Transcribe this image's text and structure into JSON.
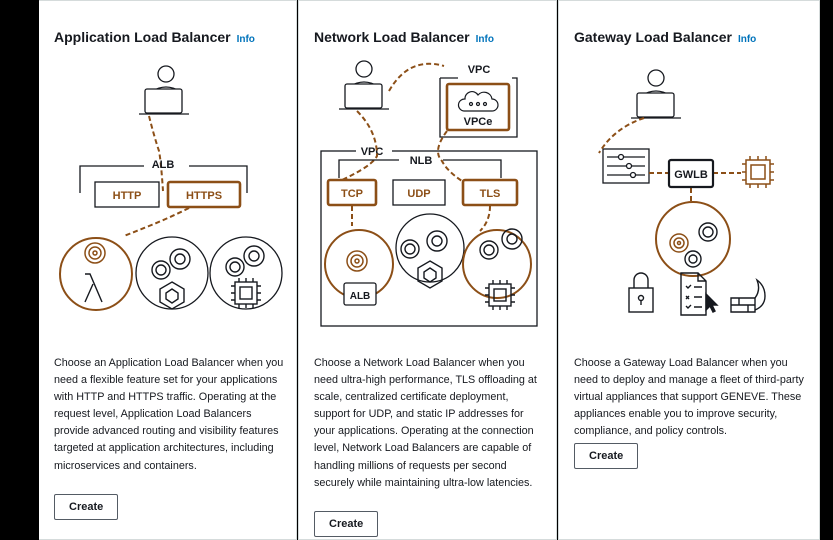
{
  "cards": [
    {
      "title": "Application Load Balancer",
      "info": "Info",
      "description": "Choose an Application Load Balancer when you need a flexible feature set for your applications with HTTP and HTTPS traffic. Operating at the request level, Application Load Balancers provide advanced routing and visibility features targeted at application architectures, including microservices and containers.",
      "create_label": "Create",
      "diagram": {
        "group": "ALB",
        "protocols": [
          "HTTP",
          "HTTPS"
        ]
      }
    },
    {
      "title": "Network Load Balancer",
      "info": "Info",
      "description": "Choose a Network Load Balancer when you need ultra-high performance, TLS offloading at scale, centralized certificate deployment, support for UDP, and static IP addresses for your applications. Operating at the connection level, Network Load Balancers are capable of handling millions of requests per second securely while maintaining ultra-low latencies.",
      "create_label": "Create",
      "diagram": {
        "vpc_top": "VPC",
        "endpoint": "VPCe",
        "vpc": "VPC",
        "group": "NLB",
        "protocols": [
          "TCP",
          "UDP",
          "TLS"
        ],
        "target": "ALB"
      }
    },
    {
      "title": "Gateway Load Balancer",
      "info": "Info",
      "description": "Choose a Gateway Load Balancer when you need to deploy and manage a fleet of third-party virtual appliances that support GENEVE. These appliances enable you to improve security, compliance, and policy controls.",
      "create_label": "Create",
      "diagram": {
        "group": "GWLB"
      }
    }
  ],
  "colors": {
    "accent": "#8c4f17",
    "info_link": "#0073bb",
    "border": "#d5dbdb"
  }
}
